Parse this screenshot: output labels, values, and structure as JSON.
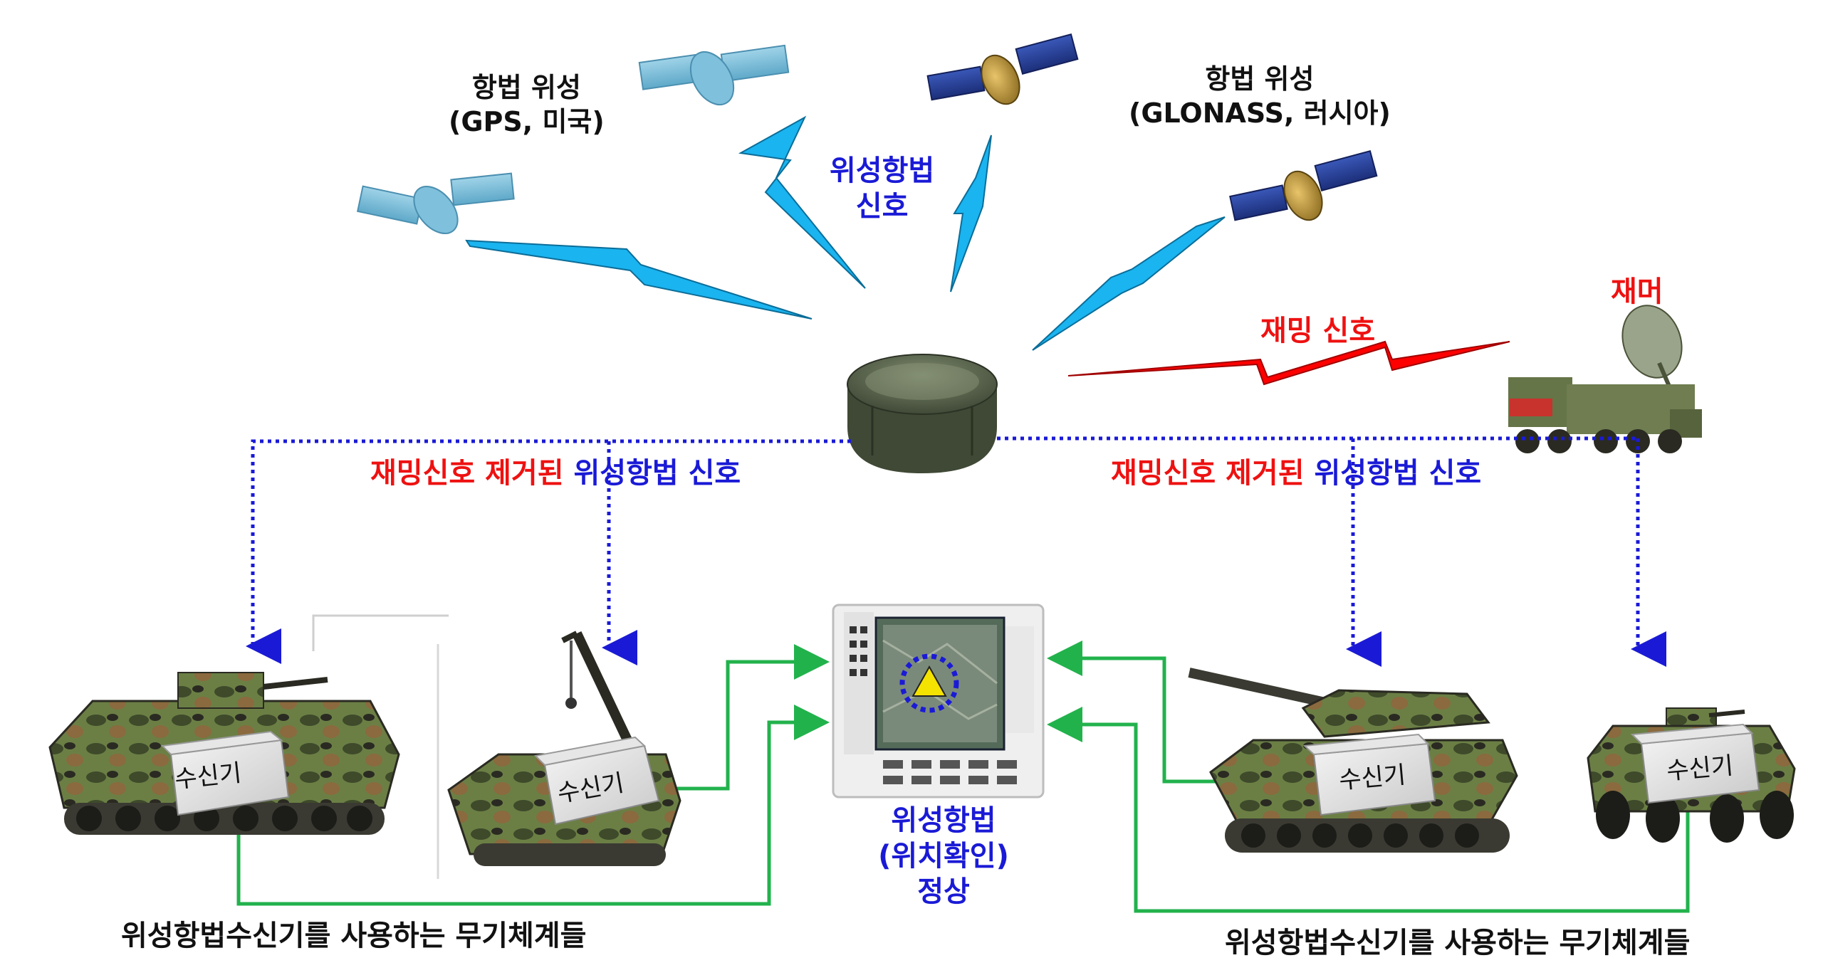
{
  "satellites": {
    "gps": {
      "line1": "항법 위성",
      "line2": "(GPS, 미국)"
    },
    "glonass": {
      "line1": "항법 위성",
      "line2": "(GLONASS, 러시아)"
    }
  },
  "signals": {
    "nav_signal": {
      "line1": "위성항법",
      "line2": "신호"
    },
    "jamming_signal": "재밍 신호",
    "jammer": "재머"
  },
  "filtered_signal": {
    "left": {
      "red": "재밍신호 제거된",
      "blue": "위성항법 신호"
    },
    "right": {
      "red": "재밍신호 제거된",
      "blue": "위성항법 신호"
    }
  },
  "receiver_label": "수신기",
  "display_status": {
    "line1": "위성항법",
    "line2": "(위치확인)",
    "line3": "정상"
  },
  "weapon_systems": {
    "left": "위성항법수신기를 사용하는 무기체계들",
    "right": "위성항법수신기를 사용하는 무기체계들"
  },
  "colors": {
    "nav_signal_bolt": "#1ab4f0",
    "jamming_bolt": "#ff0000",
    "filtered_path": "#1a1ad6",
    "data_link": "#22b24c",
    "camouflage_green": "#5e7a3a"
  }
}
